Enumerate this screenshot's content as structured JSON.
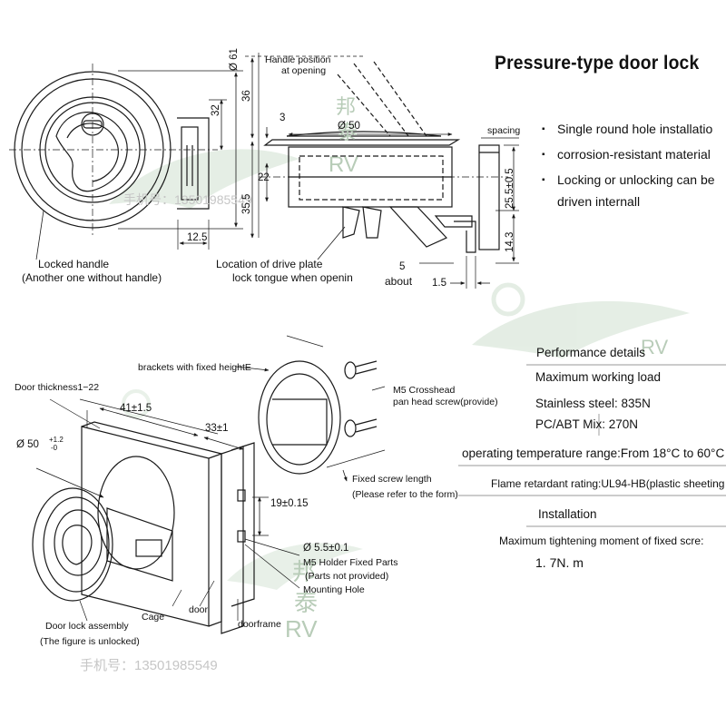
{
  "title": "Pressure-type door lock",
  "features": [
    {
      "bullet": "▪",
      "text": "Single round hole installatio"
    },
    {
      "bullet": "▪",
      "text": "corrosion-resistant material"
    },
    {
      "bullet": "▪",
      "text": "Locking or unlocking can be"
    },
    {
      "bullet": "",
      "text": "driven internall"
    }
  ],
  "top_views": {
    "front": {
      "caption_line1": "Locked handle",
      "caption_line2": "(Another one without handle)",
      "dim_height_total": "Ø 61",
      "dim_height_half": "32",
      "dim_width_bracket": "12.5"
    },
    "side": {
      "handle_position_line1": "Handle position",
      "handle_position_line2": "at opening",
      "dim_36": "36",
      "dim_3": "3",
      "dim_diameter": "Ø 50",
      "dim_22": "22",
      "dim_355": "35.5",
      "spacing_label": "spacing",
      "dim_255": "25.5±0.5",
      "dim_143": "14.3",
      "dim_5": "5",
      "about": "about",
      "dim_15": "1.5",
      "drive_caption_line1": "Location of drive plate",
      "drive_caption_line2": "lock tongue when openin"
    }
  },
  "exploded": {
    "brackets_label": "brackets with fixed heightE",
    "door_thickness": "Door thickness1−22",
    "dim_41": "41±1.5",
    "dim_33": "33±1",
    "dim_diameter_main": "Ø 50",
    "dim_diameter_tol_upper": "+1.2",
    "dim_diameter_tol_lower": "-0",
    "screw_line1": "M5 Crosshead",
    "screw_line2": "pan head screw(provide)",
    "fixed_screw_line1": "Fixed screw length",
    "fixed_screw_line2": "(Please refer to the form)",
    "dim_19": "19±0.15",
    "dim_55": "Ø 5.5±0.1",
    "holder_line1": "M5 Holder Fixed Parts",
    "holder_line2": "(Parts not provided)",
    "mounting_hole": "Mounting Hole",
    "cage": "Cage",
    "door": "door",
    "doorframe": "doorframe",
    "assembly_line1": "Door lock assembly",
    "assembly_line2": "(The figure is unlocked)"
  },
  "performance": {
    "heading": "Performance details",
    "load_heading": "Maximum working load",
    "stainless": "Stainless steel: 835N",
    "pcabt": "PC/ABT  Mix: 270N",
    "temperature": "operating temperature range:From 18°C to 60°C",
    "flame": "Flame retardant rating:UL94-HB(plastic sheeting",
    "installation": "Installation",
    "torque_heading": "Maximum tightening moment of fixed scre:",
    "torque_value": "1. 7N. m"
  },
  "watermarks": {
    "brand_cn": "邦",
    "brand_cn2": "泰",
    "brand_rv": "RV",
    "phone_top": "手机号：13501985549",
    "phone_bottom": "手机号：13501985549",
    "brand_rv_mid": "RV",
    "mid_cn1": "邦",
    "mid_cn2": "泰",
    "mid_rv": "RV"
  },
  "colors": {
    "line": "#1a1a1a",
    "watermark_green": "#b8ccb8",
    "watermark_grey": "#c6c6c6"
  }
}
